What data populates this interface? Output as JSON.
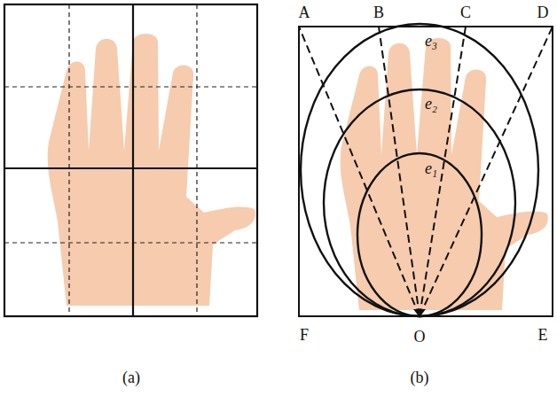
{
  "diagram": {
    "labels": [
      "A",
      "B",
      "C",
      "D",
      "e₃",
      "e₂",
      "e₁",
      "F",
      "O",
      "E",
      "(a)",
      "(b)"
    ]
  }
}
